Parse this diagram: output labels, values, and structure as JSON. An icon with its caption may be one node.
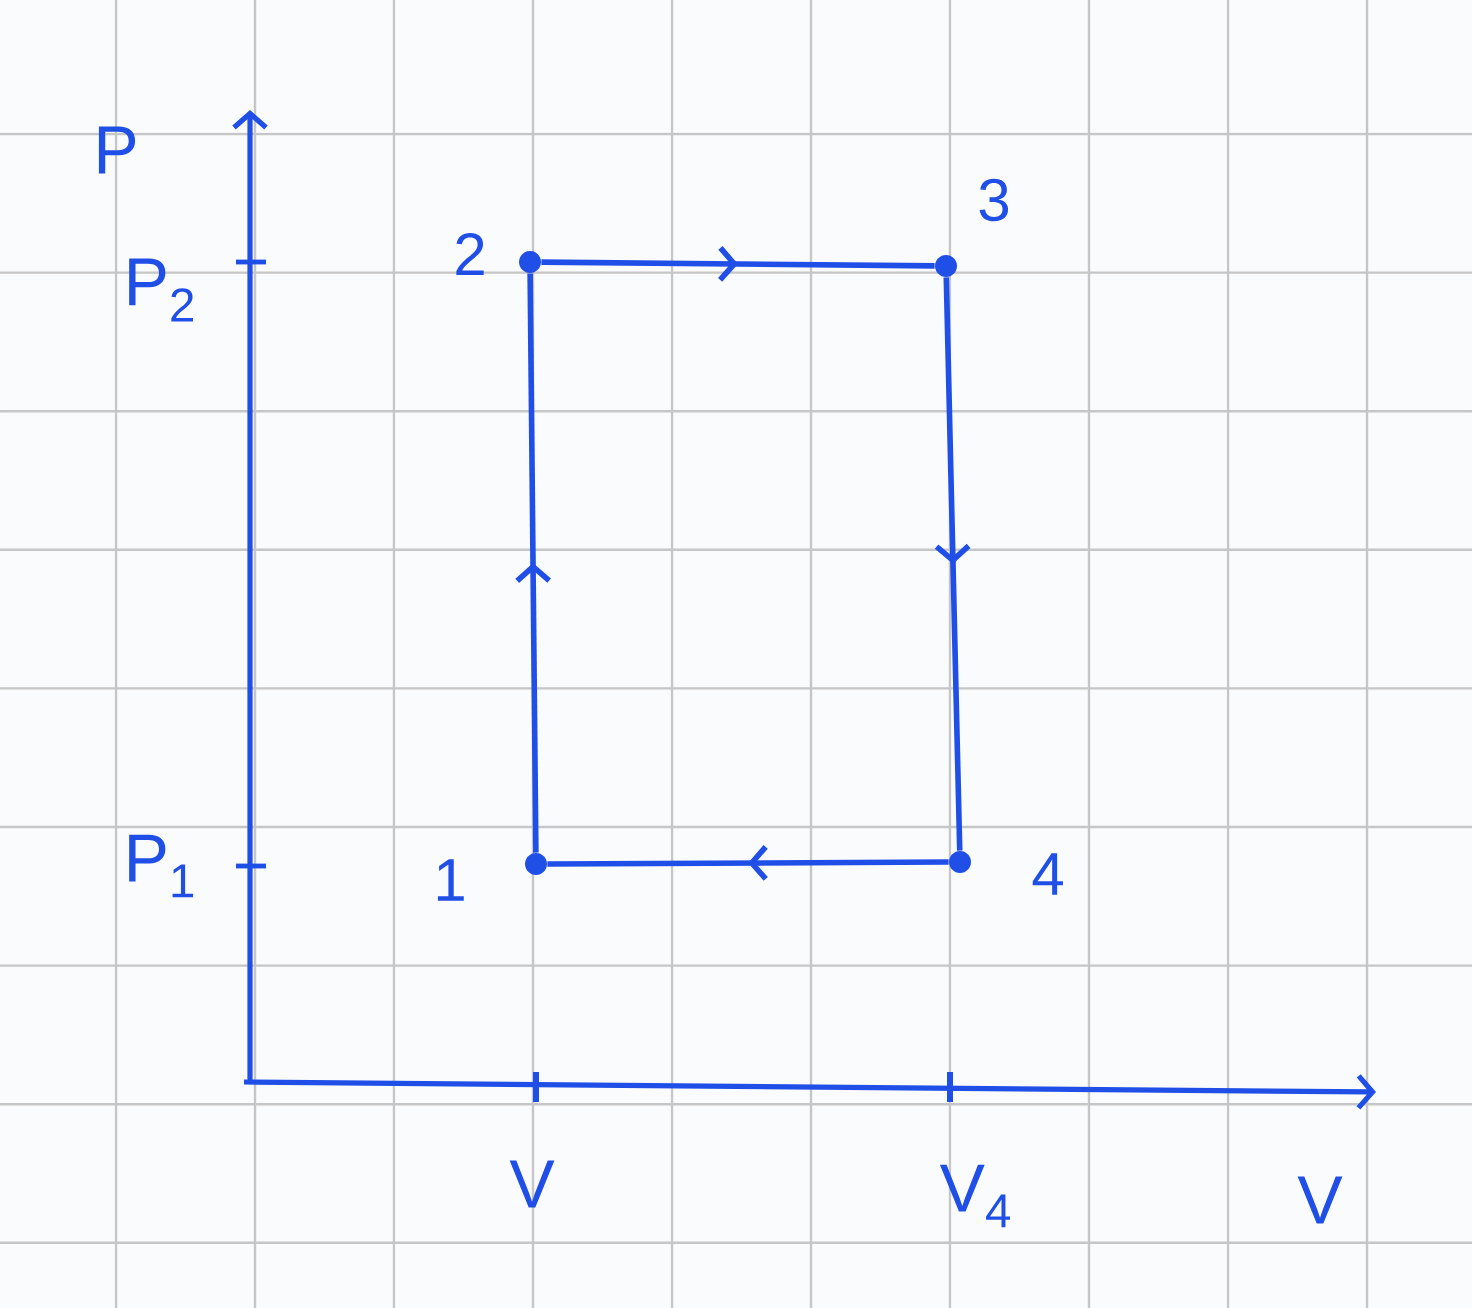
{
  "diagram": {
    "nodes": [
      {
        "text": [],
        "shape": "circle",
        "beside": [
          "1"
        ]
      },
      {
        "text": [],
        "shape": "circle",
        "beside": [
          "2"
        ]
      },
      {
        "text": [],
        "shape": "circle",
        "beside": [
          "3"
        ]
      },
      {
        "text": [],
        "shape": "circle",
        "beside": [
          "4"
        ]
      }
    ],
    "edges": [
      {
        "from": 0,
        "to": 1,
        "arrow": "to"
      },
      {
        "from": 1,
        "to": 2,
        "arrow": "to"
      },
      {
        "from": 2,
        "to": 3,
        "arrow": "to"
      },
      {
        "from": 3,
        "to": 0,
        "arrow": "to"
      }
    ],
    "labels": [
      "P",
      "P$_{2}$",
      "P$_{1}$",
      "V",
      "V$_{4}$",
      "V"
    ]
  }
}
